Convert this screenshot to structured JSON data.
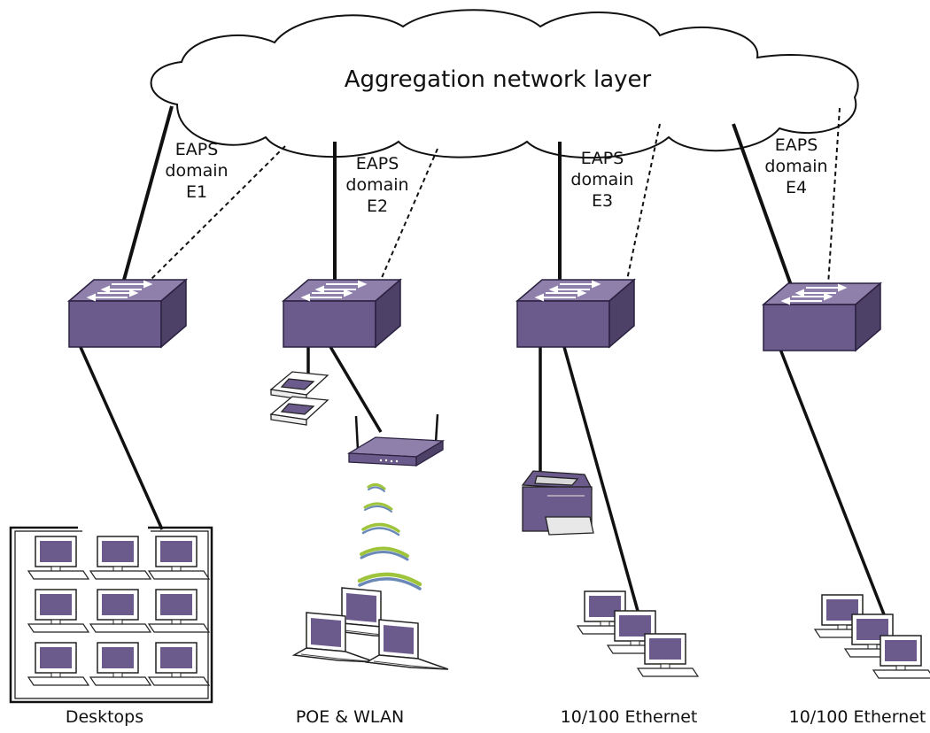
{
  "cloud": {
    "label": "Aggregation network layer"
  },
  "domains": [
    {
      "line1": "EAPS",
      "line2": "domain",
      "line3": "E1"
    },
    {
      "line1": "EAPS",
      "line2": "domain",
      "line3": "E2"
    },
    {
      "line1": "EAPS",
      "line2": "domain",
      "line3": "E3"
    },
    {
      "line1": "EAPS",
      "line2": "domain",
      "line3": "E4"
    }
  ],
  "groups": [
    {
      "label": "Desktops"
    },
    {
      "label": "POE & WLAN"
    },
    {
      "label": "10/100 Ethernet"
    },
    {
      "label": "10/100 Ethernet"
    }
  ],
  "colors": {
    "device": "#6b5b8c",
    "device_top": "#8e7fab",
    "device_dark": "#4e4168",
    "wifi_green": "#9dc43a",
    "wifi_blue": "#6a89b8"
  }
}
